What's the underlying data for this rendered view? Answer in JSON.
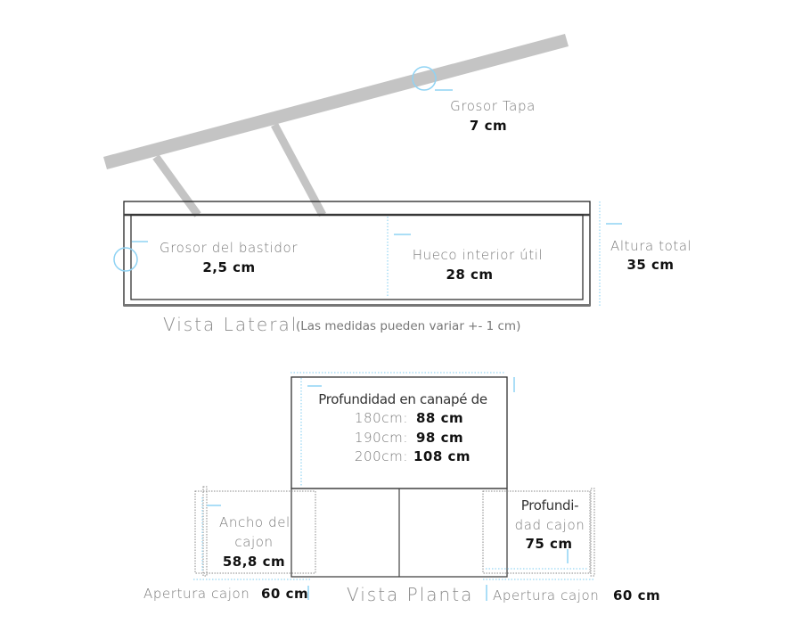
{
  "lateral": {
    "lid_label": "Grosor Tapa",
    "lid_value": "7 cm",
    "frame_label": "Grosor del bastidor",
    "frame_value": "2,5 cm",
    "interior_label": "Hueco interior útil",
    "interior_value": "28 cm",
    "height_label": "Altura total",
    "height_value": "35 cm",
    "title": "Vista Lateral",
    "note": "(Las medidas pueden variar +- 1 cm)"
  },
  "plan": {
    "depth_heading": "Profundidad en canapé de",
    "depths": [
      {
        "size": "180cm:",
        "value": "88 cm"
      },
      {
        "size": "190cm:",
        "value": "98 cm"
      },
      {
        "size": "200cm:",
        "value": "108 cm"
      }
    ],
    "drawer_width_label_1": "Ancho del",
    "drawer_width_label_2": "cajon",
    "drawer_width_value": "58,8 cm",
    "drawer_depth_label_1": "Profundi-",
    "drawer_depth_label_2": "dad cajon",
    "drawer_depth_value": "75 cm",
    "opening_left_label": "Apertura cajon",
    "opening_left_value": "60 cm",
    "opening_right_label": "Apertura cajon",
    "opening_right_value": "60 cm",
    "title": "Vista Planta"
  }
}
